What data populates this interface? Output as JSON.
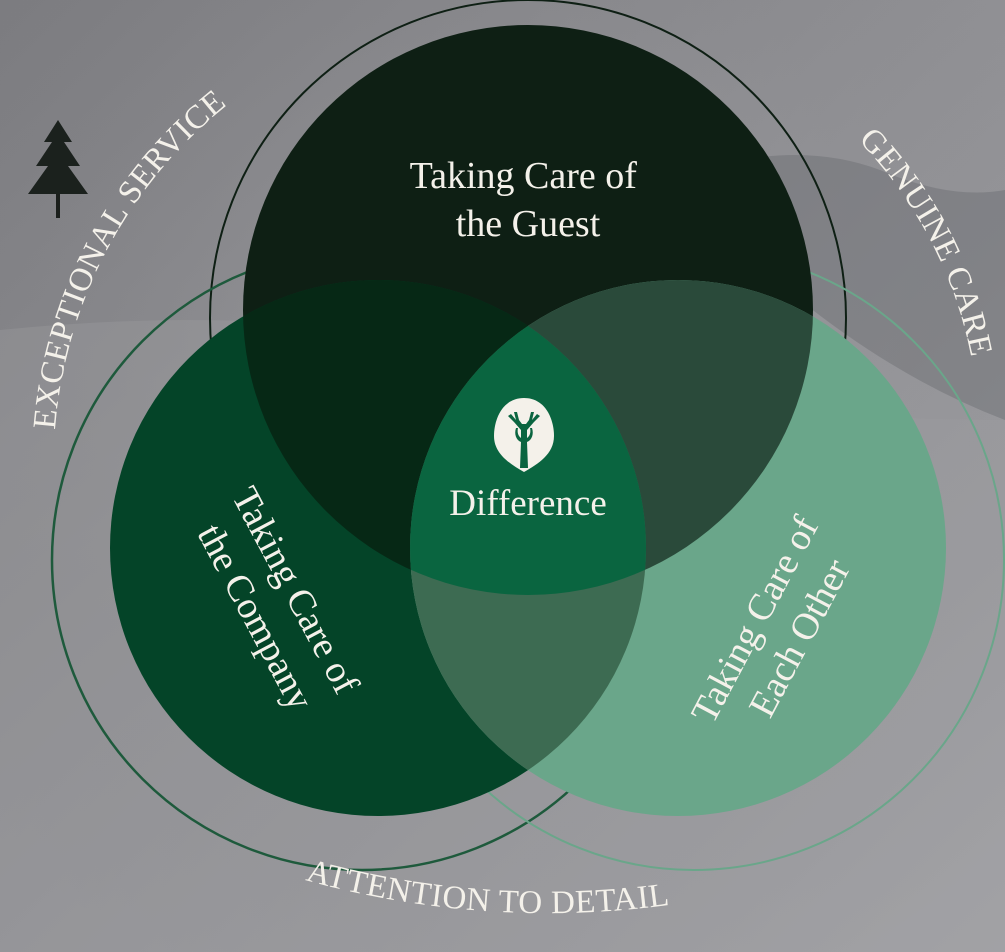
{
  "diagram": {
    "colors": {
      "guest": "#0e1f14",
      "company": "#044428",
      "each_other": "#6aa68a",
      "center": "#0a6540",
      "guest_company_overlap": "#062815",
      "guest_other_overlap": "#2a4a3a",
      "company_other_overlap": "#3d6b52",
      "ring_top": "#0e1f14",
      "ring_left": "#1e5a3c",
      "ring_right": "#6aa68a",
      "text": "#f4f1ea"
    },
    "circles": {
      "guest": {
        "lines": [
          "Taking Care of",
          "the Guest"
        ]
      },
      "company": {
        "lines": [
          "Taking Care of",
          "the Company"
        ]
      },
      "each_other": {
        "lines": [
          "Taking Care of",
          "Each Other"
        ]
      }
    },
    "center": {
      "label": "Difference",
      "icon": "stag-leaf-icon"
    },
    "ring_labels": {
      "left": "EXCEPTIONAL SERVICE",
      "right": "GENUINE CARE",
      "bottom": "ATTENTION TO DETAIL"
    },
    "background": {
      "icon": "pine-tree-icon"
    }
  }
}
